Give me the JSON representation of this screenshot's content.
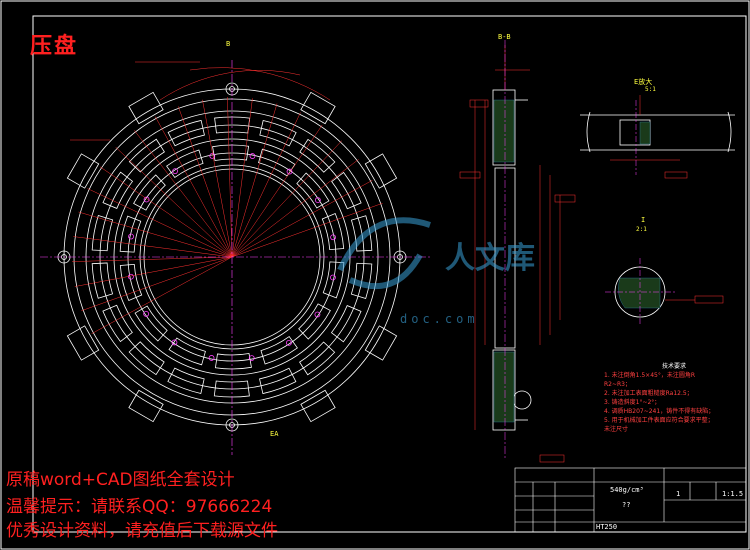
{
  "title": "压盘",
  "promo": [
    "原稿word+CAD图纸全套设计",
    "温馨提示：请联系QQ：97666224",
    "优秀设计资料，请充值后下载源文件"
  ],
  "section_label": "B-B",
  "detail_label": "E放大",
  "detail_scale": "5:1",
  "detail2_label": "I",
  "detail2_scale": "2:1",
  "view_label_b": "B",
  "view_label_ea": "EA",
  "watermark": "doc.com",
  "tech_title": "技术要求",
  "tech_items": [
    "1. 未注倒角1.5×45°，未注圆角R",
    "R2~R3；",
    "2. 未注加工表面粗糙度Ra12.5；",
    "3. 铸造斜度1°~2°；",
    "4. 调质HB207~241，铸件不得有缺陷；",
    "5. 用于机械加工件表面应符合要求平整；",
    "未注尺寸"
  ],
  "titleblock": {
    "mass": "540g/cm³",
    "scale": "1:1.5",
    "count": "1",
    "material": "HT250",
    "unknown": "??"
  },
  "colors": {
    "line": "#ffffff",
    "dim": "#ff3030",
    "center": "#ff40ff",
    "frame": "#ffffff",
    "annotation": "#ffff40"
  }
}
